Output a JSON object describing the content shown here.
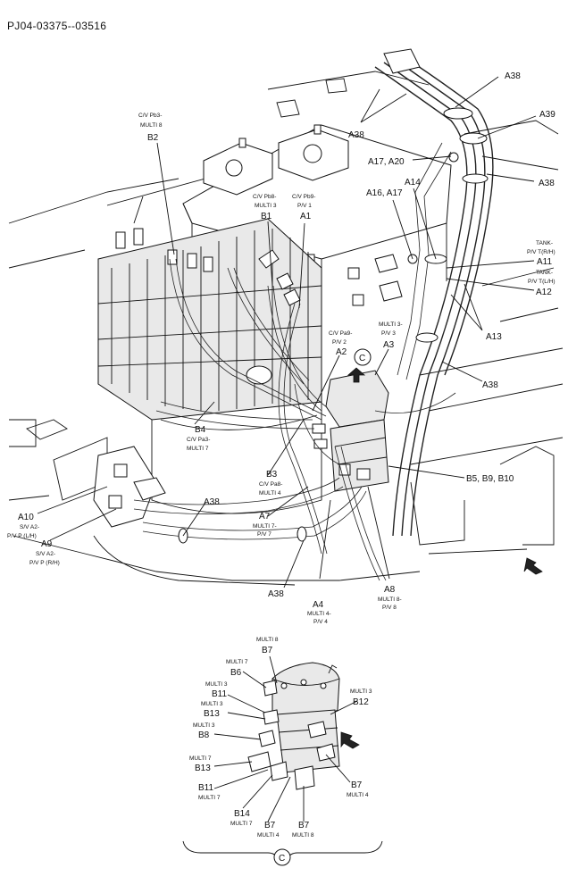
{
  "doc_id": "PJ04-03375--03516",
  "main": {
    "labels": {
      "A38_top": "A38",
      "A38_left": "A38",
      "A39": "A39",
      "A17_A20": "A17, A20",
      "A38_right": "A38",
      "A16_A17": "A16, A17",
      "A14": "A14",
      "CV_Pb3": [
        "C/V Pb3-",
        "MULTI 8"
      ],
      "B2": "B2",
      "CV_Pb8": [
        "C/V Pb8-",
        "MULTI 3"
      ],
      "B1": "B1",
      "CV_Pb9": [
        "C/V Pb9-",
        "P/V 1"
      ],
      "A1": "A1",
      "TANK_RH": [
        "TANK-",
        "P/V T(R/H)"
      ],
      "A11": "A11",
      "TANK_LH": [
        "TANK-",
        "P/V T(L/H)"
      ],
      "A12": "A12",
      "CV_Pa9": [
        "C/V Pa9-",
        "P/V 2"
      ],
      "A2": "A2",
      "MULTI3_PV3": [
        "MULTI 3-",
        "P/V 3"
      ],
      "A3": "A3",
      "A13": "A13",
      "A38_mid": "A38",
      "circle_C": "C",
      "B4": "B4",
      "CV_Pa3": [
        "C/V Pa3-",
        "MULTI 7"
      ],
      "B3": "B3",
      "CV_Pa8": [
        "C/V Pa8-",
        "MULTI 4"
      ],
      "B5_B9_B10": "B5, B9, B10",
      "A38_lower": "A38",
      "A7": "A7",
      "MULTI7_PV7": [
        "MULTI 7-",
        "P/V 7"
      ],
      "A10": "A10",
      "SV_A2_LH": [
        "S/V A2-",
        "P/V P (L/H)"
      ],
      "A9": "A9",
      "SV_A2_RH": [
        "S/V A2-",
        "P/V P (R/H)"
      ],
      "A38_bottom": "A38",
      "A4": "A4",
      "MULTI4_PV4": [
        "MULTI 4-",
        "P/V 4"
      ],
      "A8": "A8",
      "MULTI8_PV8": [
        "MULTI 8-",
        "P/V 8"
      ]
    }
  },
  "detail": {
    "circle_C": "C",
    "labels": {
      "multi8_top": "MULTI 8",
      "B7_top": "B7",
      "multi7_a": "MULTI 7",
      "B6": "B6",
      "multi3_a": "MULTI 3",
      "B11_a": "B11",
      "multi3_b": "MULTI 3",
      "B13_a": "B13",
      "multi3_c": "MULTI 3",
      "B8": "B8",
      "multi3_right": "MULTI 3",
      "B12": "B12",
      "multi7_b": "MULTI 7",
      "B13_b": "B13",
      "B11_b": "B11",
      "multi7_c": "MULTI 7",
      "B7_right": "B7",
      "multi4_right": "MULTI 4",
      "B14": "B14",
      "multi7_d": "MULTI 7",
      "B7_bl": "B7",
      "multi4_bottom": "MULTI 4",
      "B7_br": "B7",
      "multi8_bottom": "MULTI 8"
    }
  }
}
